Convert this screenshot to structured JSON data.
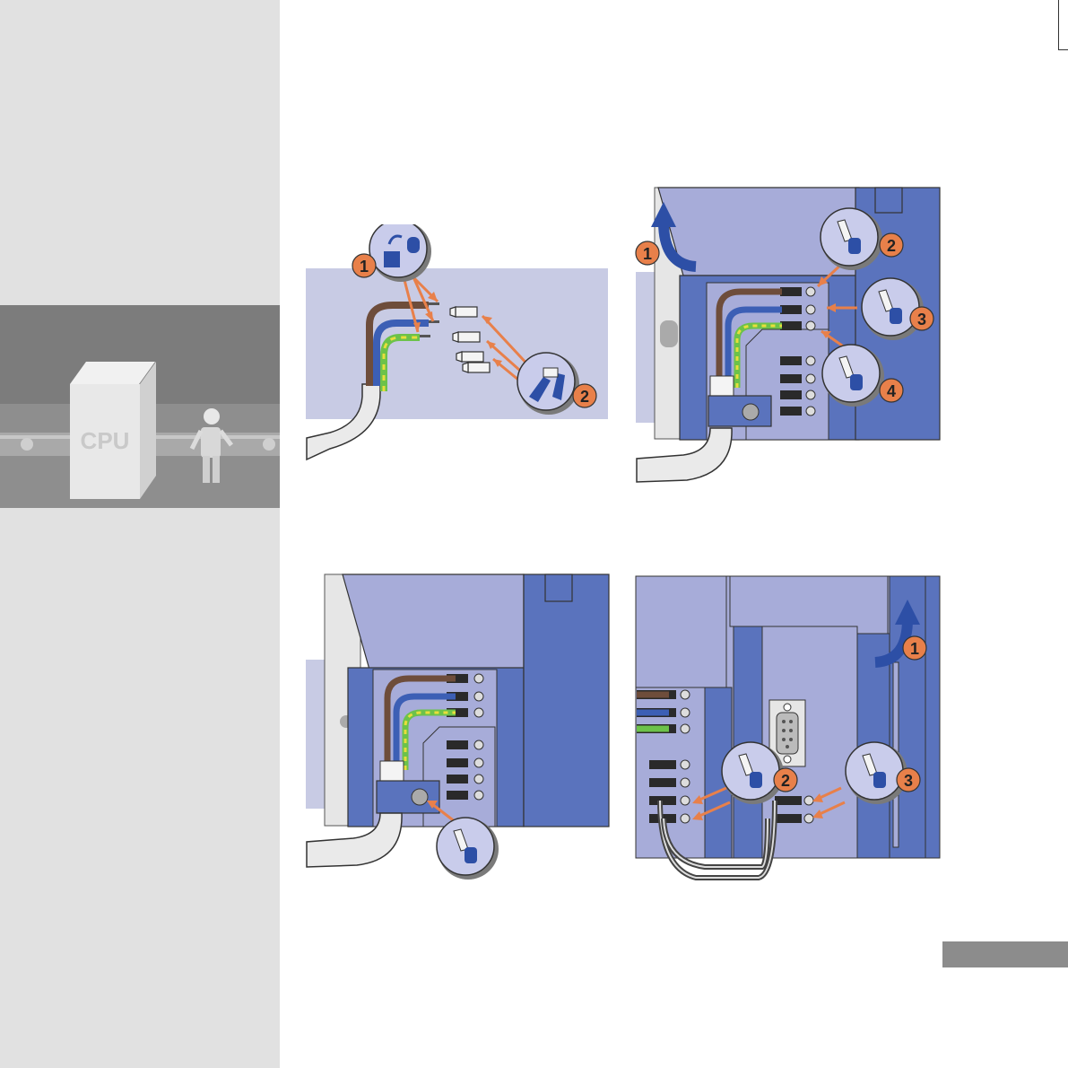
{
  "sidebar": {
    "photo_label": "CPU"
  },
  "panels": [
    {
      "id": "strip-wires",
      "steps": [
        "1",
        "2"
      ]
    },
    {
      "id": "connect-power",
      "steps": [
        "1",
        "2",
        "3",
        "4"
      ]
    },
    {
      "id": "clamp-cable",
      "steps": []
    },
    {
      "id": "jumper-wires",
      "steps": [
        "1",
        "2",
        "3"
      ]
    }
  ],
  "colors": {
    "accent_orange": "#e8804a",
    "module_blue": "#5a73bd",
    "cover_lavender": "#a7acd9",
    "backdrop": "#c8cbe4"
  },
  "icons": [
    "stripping-tool-icon",
    "crimping-tool-icon",
    "screwdriver-icon",
    "rotate-arrow-icon"
  ]
}
